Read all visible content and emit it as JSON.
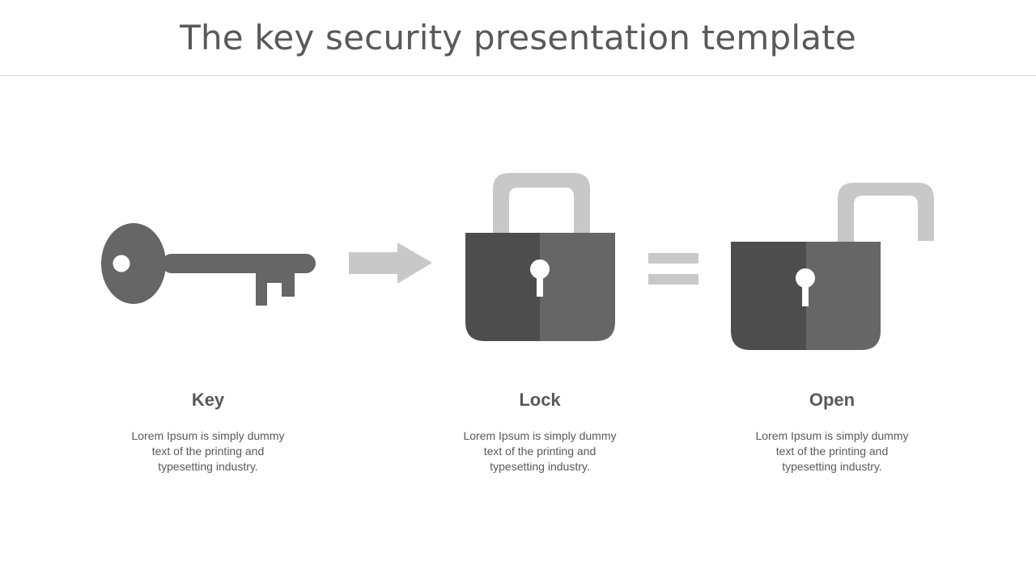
{
  "slide": {
    "title": "The key security presentation template"
  },
  "columns": [
    {
      "heading": "Key",
      "body": "Lorem Ipsum is simply dummy text of the printing and typesetting industry."
    },
    {
      "heading": "Lock",
      "body": "Lorem Ipsum is simply dummy text of the printing and typesetting industry."
    },
    {
      "heading": "Open",
      "body": "Lorem Ipsum is simply dummy text of the printing and typesetting industry."
    }
  ],
  "colors": {
    "text": "#595959",
    "dark_gray": "#4d4d4d",
    "mid_gray": "#666666",
    "light_gray": "#c8c8c8",
    "rule": "#d9d9d9"
  },
  "icons": [
    "key-icon",
    "arrow-right-icon",
    "lock-icon",
    "equals-icon",
    "unlock-icon"
  ]
}
